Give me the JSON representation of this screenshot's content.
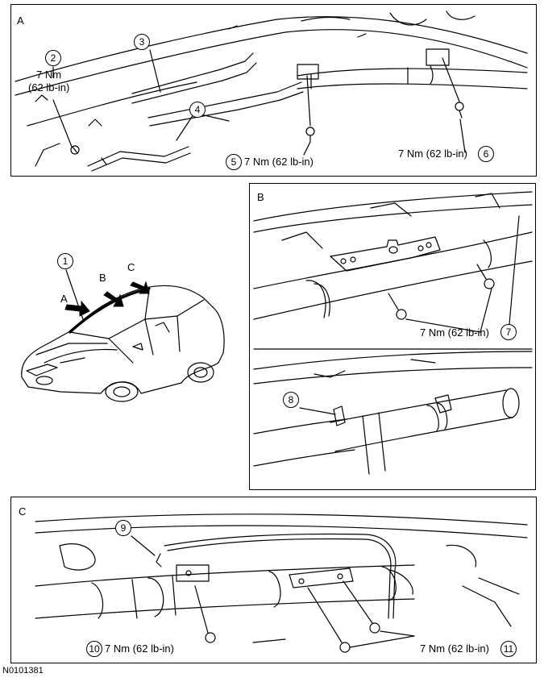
{
  "figure_code": "N0101381",
  "panels": {
    "A": "A",
    "B": "B",
    "C": "C"
  },
  "torque": "7 Nm (62 lb-in)",
  "torque_split": {
    "nm": "7 Nm",
    "lbin": "(62 lb-in)"
  },
  "callouts": {
    "c1": "1",
    "c2": "2",
    "c3": "3",
    "c4": "4",
    "c5": "5",
    "c6": "6",
    "c7": "7",
    "c8": "8",
    "c9": "9",
    "c10": "10",
    "c11": "11"
  },
  "view_arrows": {
    "a": "A",
    "b": "B",
    "c": "C"
  }
}
